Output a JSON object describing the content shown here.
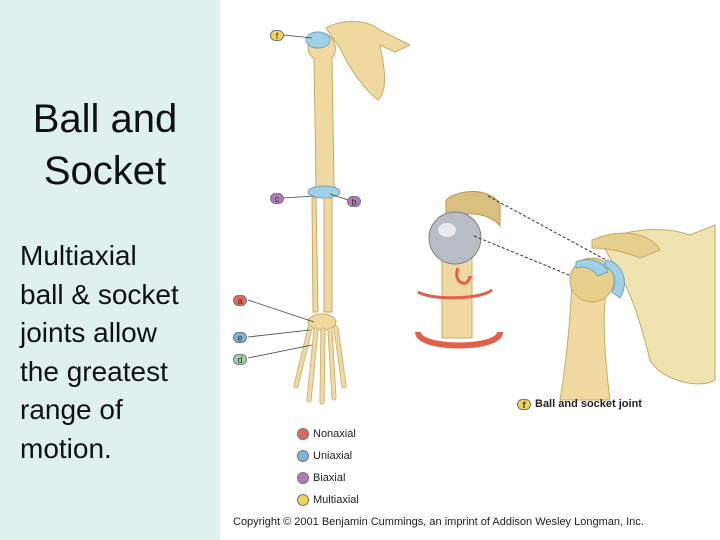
{
  "slide": {
    "title": "Ball and\nSocket",
    "body": "Multiaxial\nball & socket\njoints allow\nthe greatest\nrange of\nmotion."
  },
  "figure": {
    "letter_labels": {
      "f": "f",
      "c": "c",
      "b": "b",
      "a": "a",
      "e": "e",
      "d": "d"
    },
    "ball_socket_label": "Ball and socket joint",
    "ball_socket_letter": "f",
    "legend": [
      {
        "label": "Nonaxial",
        "color": "#e0685a"
      },
      {
        "label": "Uniaxial",
        "color": "#7ab8d9"
      },
      {
        "label": "Biaxial",
        "color": "#b07ab8"
      },
      {
        "label": "Multiaxial",
        "color": "#f2d35a"
      }
    ],
    "copyright": "Copyright © 2001 Benjamin Cummings, an imprint of Addison Wesley Longman, Inc."
  },
  "colors": {
    "panel_bg": "#dff1ef",
    "bone": "#efd9a0",
    "bone_shade": "#d8b970",
    "cartilage": "#9fd0e6",
    "arrow": "#e2604a",
    "metal": "#b8bcc4"
  }
}
